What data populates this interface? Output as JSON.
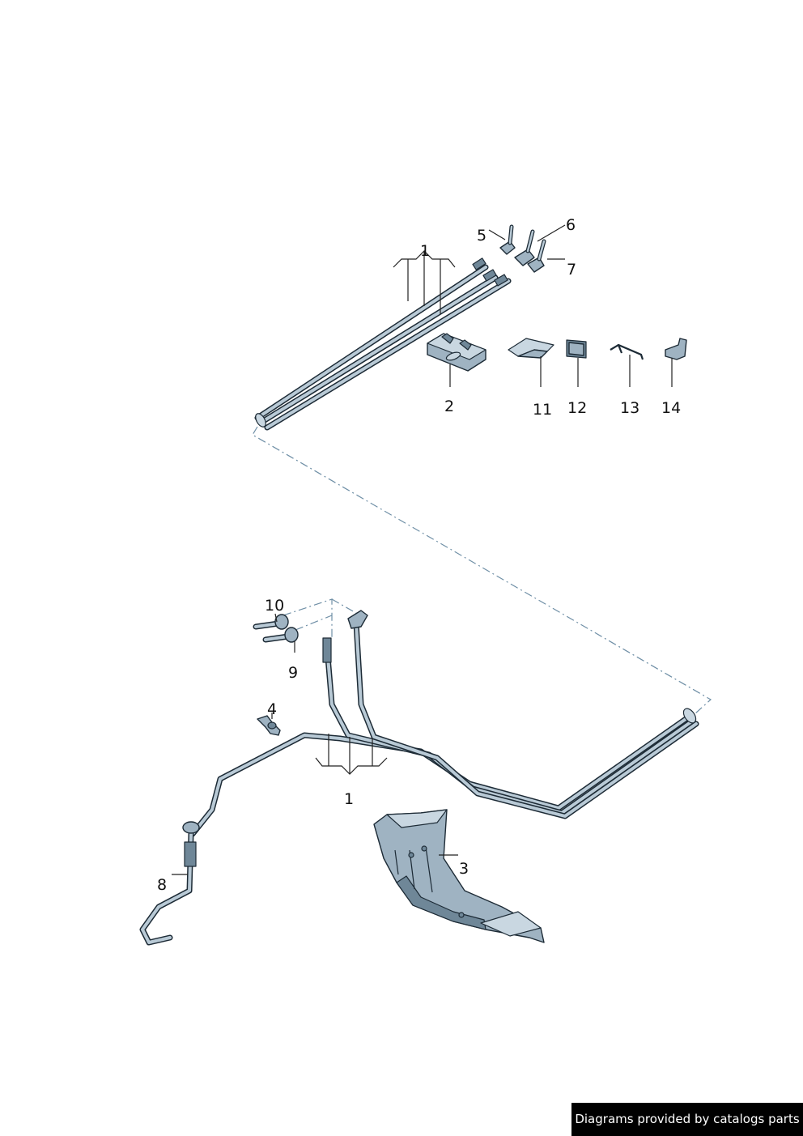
{
  "callouts": {
    "c1_top": "1",
    "c1_bottom": "1",
    "c2": "2",
    "c3": "3",
    "c4": "4",
    "c5": "5",
    "c6": "6",
    "c7": "7",
    "c8": "8",
    "c9": "9",
    "c10": "10",
    "c11": "11",
    "c12": "12",
    "c13": "13",
    "c14": "14"
  },
  "credit": "Diagrams provided by catalogs parts",
  "colors": {
    "part_fill": "#9fb3c2",
    "outline": "#1d2b36",
    "dash_line": "#6f8fa6"
  }
}
